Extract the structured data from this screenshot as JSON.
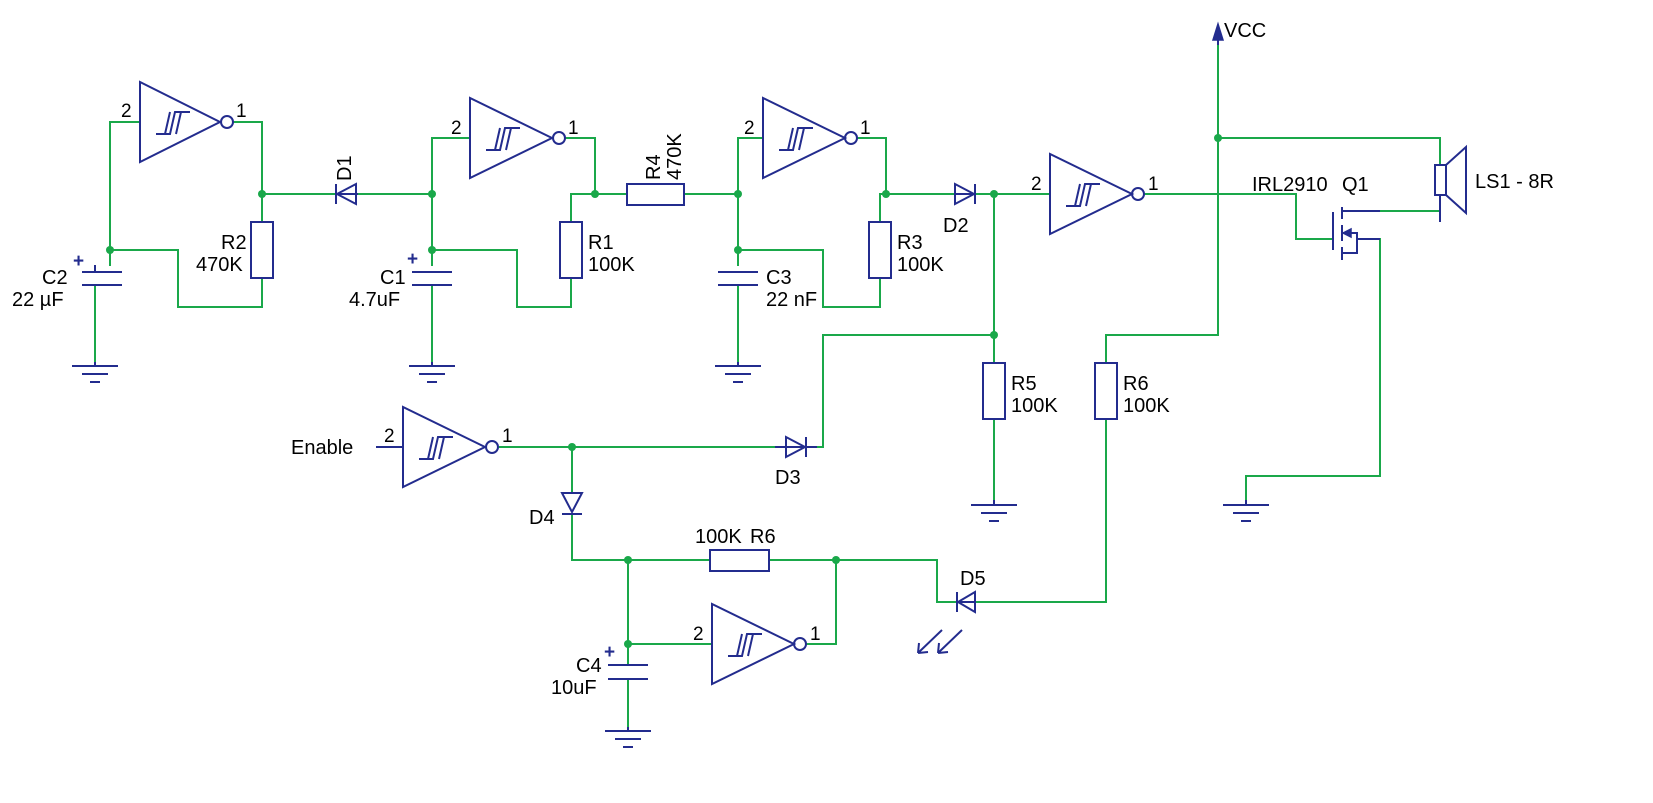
{
  "supply": {
    "vcc": "VCC"
  },
  "inputs": {
    "enable": "Enable"
  },
  "gates": {
    "g1": {
      "in_pin": "2",
      "out_pin": "1"
    },
    "g2": {
      "in_pin": "2",
      "out_pin": "1"
    },
    "g3": {
      "in_pin": "2",
      "out_pin": "1"
    },
    "g4": {
      "in_pin": "2",
      "out_pin": "1"
    },
    "g5": {
      "in_pin": "2",
      "out_pin": "1"
    },
    "g6": {
      "in_pin": "2",
      "out_pin": "1"
    }
  },
  "capacitors": {
    "c1": {
      "ref": "C1",
      "value": "4.7uF",
      "polarity": "+"
    },
    "c2": {
      "ref": "C2",
      "value": "22 µF",
      "polarity": "+"
    },
    "c3": {
      "ref": "C3",
      "value": "22 nF"
    },
    "c4": {
      "ref": "C4",
      "value": "10uF",
      "polarity": "+"
    }
  },
  "resistors": {
    "r1": {
      "ref": "R1",
      "value": "100K"
    },
    "r2": {
      "ref": "R2",
      "value": "470K"
    },
    "r3": {
      "ref": "R3",
      "value": "100K"
    },
    "r4": {
      "ref": "R4",
      "value": "470K"
    },
    "r5": {
      "ref": "R5",
      "value": "100K"
    },
    "r6a": {
      "ref": "R6",
      "value": "100K"
    },
    "r6b": {
      "ref": "R6",
      "value": "100K"
    }
  },
  "diodes": {
    "d1": {
      "ref": "D1"
    },
    "d2": {
      "ref": "D2"
    },
    "d3": {
      "ref": "D3"
    },
    "d4": {
      "ref": "D4"
    },
    "d5": {
      "ref": "D5"
    }
  },
  "mosfet": {
    "part": "IRL2910",
    "ref": "Q1"
  },
  "speaker": {
    "label": "LS1 - 8R"
  },
  "colors": {
    "wire": "#1aa84a",
    "symbol": "#232c8e",
    "text": "#000000"
  }
}
